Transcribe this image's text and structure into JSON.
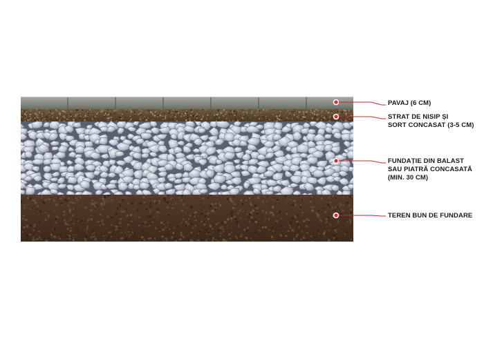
{
  "layers": [
    {
      "id": "pavers",
      "label_lines": [
        "PAVAJ (6 CM)"
      ]
    },
    {
      "id": "sand",
      "label_lines": [
        "STRAT DE NISIP ȘI",
        "SORT CONCASAT (3-5 CM)"
      ]
    },
    {
      "id": "gravel",
      "label_lines": [
        "FUNDAȚIE DIN BALAST",
        "SAU PIATRĂ CONCASATĂ",
        "(MIN. 30 CM)"
      ]
    },
    {
      "id": "soil",
      "label_lines": [
        "TEREN BUN DE FUNDARE"
      ]
    }
  ],
  "colors": {
    "paver": "#8a8a86",
    "sand": "#5e4a33",
    "gravel": "#b4bccb",
    "soil": "#4b3424",
    "marker": "#e0282d",
    "leader": "#c2272d"
  }
}
